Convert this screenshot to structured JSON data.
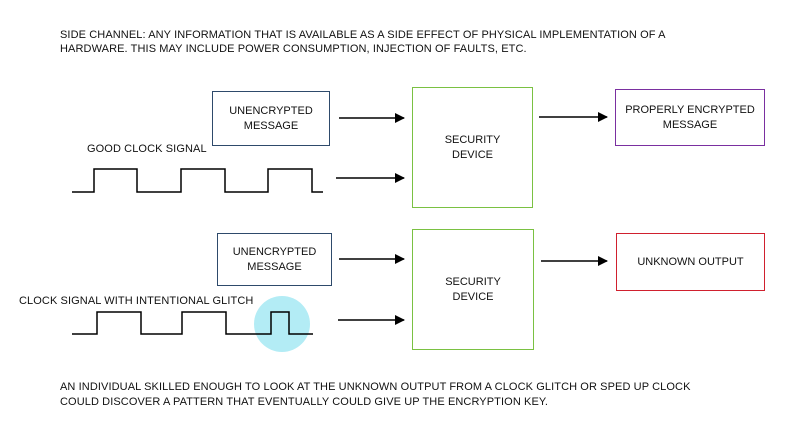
{
  "header": {
    "line1": "SIDE CHANNEL: ANY INFORMATION THAT IS AVAILABLE AS A SIDE EFFECT OF PHYSICAL IMPLEMENTATION OF A",
    "line2": "HARDWARE. THIS MAY INCLUDE POWER CONSUMPTION, INJECTION OF FAULTS, ETC."
  },
  "top_flow": {
    "input_box": {
      "line1": "UNENCRYPTED",
      "line2": "MESSAGE"
    },
    "clock_label": "GOOD CLOCK SIGNAL",
    "device_box": {
      "line1": "SECURITY",
      "line2": "DEVICE"
    },
    "output_box": {
      "line1": "PROPERLY ENCRYPTED",
      "line2": "MESSAGE"
    }
  },
  "bottom_flow": {
    "input_box": {
      "line1": "UNENCRYPTED",
      "line2": "MESSAGE"
    },
    "clock_label": "CLOCK SIGNAL WITH INTENTIONAL GLITCH",
    "device_box": {
      "line1": "SECURITY",
      "line2": "DEVICE"
    },
    "output_box": {
      "line1": "UNKNOWN OUTPUT"
    }
  },
  "footer": {
    "line1": "AN INDIVIDUAL SKILLED ENOUGH TO LOOK AT THE UNKNOWN OUTPUT FROM A CLOCK GLITCH OR SPED UP CLOCK",
    "line2": "COULD DISCOVER A PATTERN THAT EVENTUALLY COULD GIVE UP THE ENCRYPTION KEY."
  },
  "colors": {
    "input_border": "#2e4a6b",
    "device_border": "#7ac142",
    "encrypted_output_border": "#7a2fa0",
    "unknown_output_border": "#d0202e",
    "glitch_highlight": "#b3ecf5"
  }
}
